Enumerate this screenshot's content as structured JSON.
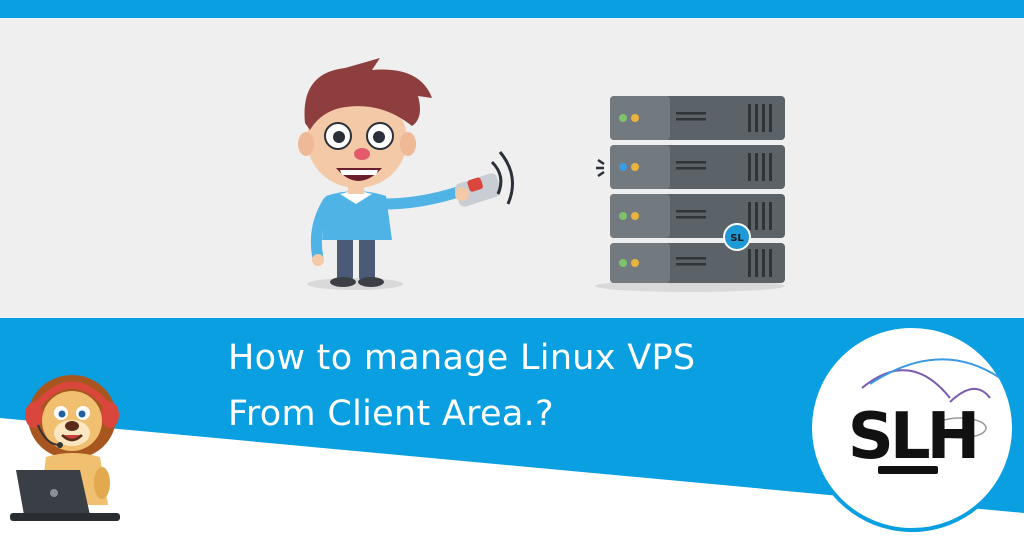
{
  "headline": {
    "line1": "How to manage Linux VPS",
    "line2": "From Client Area.?"
  },
  "logo": {
    "text": "SLH"
  },
  "server_badge": {
    "text": "SL"
  },
  "colors": {
    "brand_blue": "#0a9fe0",
    "hero_background": "#efefef",
    "server_gray": "#5b6268"
  },
  "icons": [
    "cartoon-man-with-remote",
    "server-rack-icon",
    "lion-mascot-with-laptop",
    "slh-logo"
  ]
}
